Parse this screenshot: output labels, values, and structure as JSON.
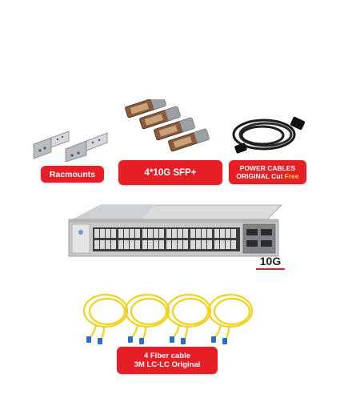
{
  "accessories": {
    "rackmounts_label": "Racmounts",
    "sfp_label": "4*10G SFP+",
    "power_label_line1": "POWER CABLES",
    "power_label_line2_prefix": "ORIGINAL Cut ",
    "power_label_line2_highlight": "Free"
  },
  "switch": {
    "uplink_label": "10G"
  },
  "fiber": {
    "label_line1": "4 Fiber cable",
    "label_line2": "3M LC-LC  Original"
  },
  "colors": {
    "accent_red": "#e61e26",
    "highlight_yellow": "#ffd84a",
    "fiber_yellow": "#f2d21c",
    "connector_blue": "#2e6fc4",
    "switch_gray": "#c9c9c9"
  }
}
